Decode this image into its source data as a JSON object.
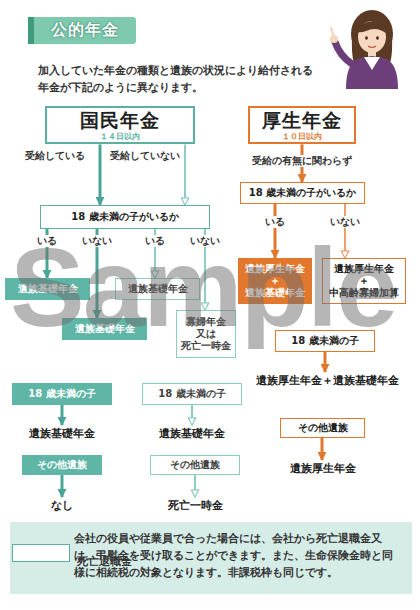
{
  "diagram": {
    "title": "公的年金",
    "nodes": [
      {
        "text": [
          "国民年金",
          "１４日以内"
        ]
      },
      {
        "text": [
          "厚生年金",
          "１０日以内"
        ]
      },
      {
        "text": [
          "18 歳未満の子がいるか"
        ]
      },
      {
        "text": [
          "18 歳未満の子がいるか"
        ]
      },
      {
        "text": [
          "遺族基礎年金"
        ]
      },
      {
        "text": [
          "遺族基礎年金"
        ]
      },
      {
        "text": [
          "遺族厚生年金 ＋ 遺族基礎年金"
        ]
      },
      {
        "text": [
          "遺族厚生年金 ＋ 中高齢寡婦加算"
        ]
      },
      {
        "text": [
          "遺族基礎年金"
        ]
      },
      {
        "text": [
          "寡婦年金 又は 死亡一時金"
        ]
      },
      {
        "text": [
          "18 歳未満の子"
        ]
      },
      {
        "text": [
          "遺族厚生年金＋遺族基礎年金"
        ]
      },
      {
        "text": [
          "18 歳未満の子"
        ]
      },
      {
        "text": [
          "18 歳未満の子"
        ]
      },
      {
        "text": [
          "その他遺族"
        ]
      },
      {
        "text": [
          "遺族基礎年金"
        ]
      },
      {
        "text": [
          "遺族基礎年金"
        ]
      },
      {
        "text": [
          "遺族厚生年金"
        ]
      },
      {
        "text": [
          "その他遺族"
        ]
      },
      {
        "text": [
          "その他遺族"
        ]
      },
      {
        "text": [
          "なし"
        ]
      },
      {
        "text": [
          "死亡一時金"
        ]
      },
      {
        "text": [
          "会社の役員や従業員で合った場合には、会社から死亡退職金又は、弔慰金を受け取ることができます。また、生命保険金時と同様に相続税の対象となります。非課税枠も同じです。"
        ]
      },
      {
        "text": [
          "死亡退職金"
        ],
        "in": 22
      }
    ],
    "edges": [
      {
        "from": 0,
        "to": 2,
        "label": "受給している",
        "arrow": "to"
      },
      {
        "from": 0,
        "to": 2,
        "label": "受給していない",
        "arrow": "to"
      },
      {
        "from": 1,
        "to": 3,
        "label": "受給の有無に関わらず",
        "arrow": "to"
      },
      {
        "from": 2,
        "to": 4,
        "label": "いる",
        "arrow": "to"
      },
      {
        "from": 2,
        "to": 8,
        "label": "いない",
        "arrow": "to"
      },
      {
        "from": 2,
        "to": 5,
        "label": "いる",
        "arrow": "to"
      },
      {
        "from": 2,
        "to": 9,
        "label": "いない",
        "arrow": "to"
      },
      {
        "from": 3,
        "to": 6,
        "label": "いる",
        "arrow": "to"
      },
      {
        "from": 3,
        "to": 7,
        "label": "いない",
        "arrow": "to"
      },
      {
        "from": 10,
        "to": 11,
        "arrow": "to"
      },
      {
        "from": 12,
        "to": 15,
        "arrow": "to"
      },
      {
        "from": 13,
        "to": 16,
        "arrow": "to"
      },
      {
        "from": 14,
        "to": 17,
        "arrow": "to"
      },
      {
        "from": 18,
        "to": 20,
        "arrow": "to"
      },
      {
        "from": 19,
        "to": 21,
        "arrow": "to"
      }
    ],
    "labels": [
      "加入していた年金の種類と遺族の状況により給付される年金が下記のように異なります。",
      "Sample"
    ]
  }
}
